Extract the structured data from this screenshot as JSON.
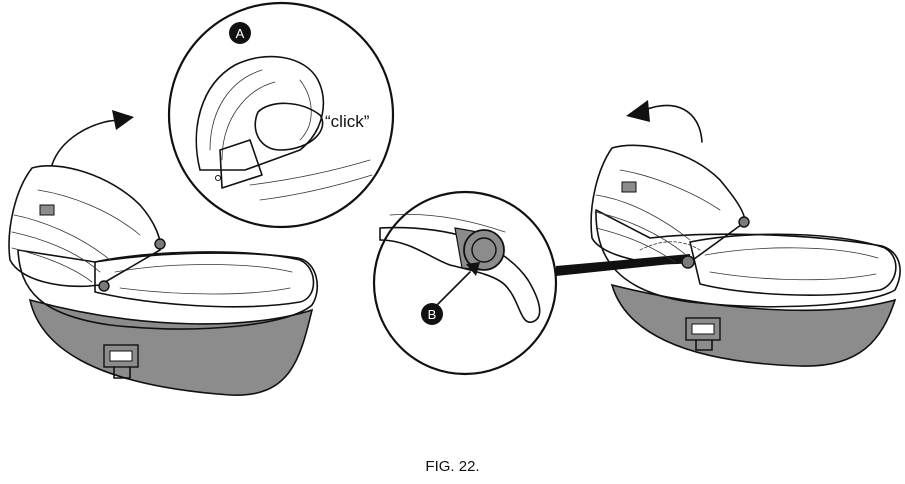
{
  "figure": {
    "caption": "FIG. 22."
  },
  "callouts": {
    "a": {
      "letter": "A"
    },
    "b": {
      "letter": "B"
    },
    "click_text": "“click”"
  },
  "colors": {
    "line": "#111111",
    "base_grey": "#8c8c8c",
    "knob_grey": "#7a7a7a",
    "background": "#ffffff"
  },
  "icons": [
    "curved-arrow-up-icon",
    "curved-arrow-down-icon",
    "pointer-arrow-icon"
  ]
}
